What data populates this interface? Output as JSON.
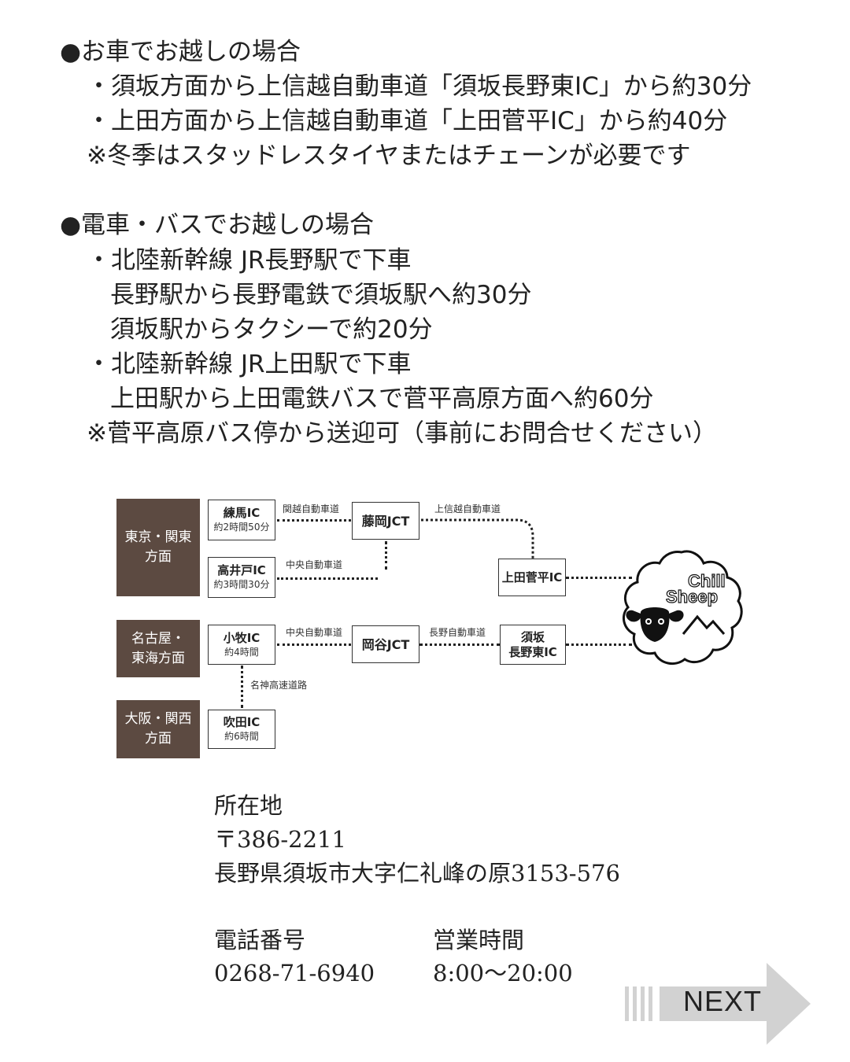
{
  "car": {
    "heading": "●お車でお越しの場合",
    "items": [
      "・須坂方面から上信越自動車道「須坂長野東IC」から約30分",
      "・上田方面から上信越自動車道「上田菅平IC」から約40分"
    ],
    "note": "※冬季はスタッドレスタイヤまたはチェーンが必要です"
  },
  "train": {
    "heading": "●電車・バスでお越しの場合",
    "lines": [
      "・北陸新幹線 JR長野駅で下車",
      "長野駅から長野電鉄で須坂駅へ約30分",
      "須坂駅からタクシーで約20分",
      "・北陸新幹線 JR上田駅で下車",
      "上田駅から上田電鉄バスで菅平高原方面へ約60分"
    ],
    "note": "※菅平高原バス停から送迎可（事前にお問合せください）"
  },
  "diagram": {
    "regions": {
      "tokyo": [
        "東京・関東",
        "方面"
      ],
      "nagoya": [
        "名古屋・",
        "東海方面"
      ],
      "osaka": [
        "大阪・関西",
        "方面"
      ]
    },
    "nodes": {
      "nerima": {
        "name": "練馬IC",
        "time": "約2時間50分"
      },
      "takaido": {
        "name": "高井戸IC",
        "time": "約3時間30分"
      },
      "fujioka": {
        "name": "藤岡JCT"
      },
      "uedasugadaira": {
        "name": "上田菅平IC"
      },
      "komaki": {
        "name": "小牧IC",
        "time": "約4時間"
      },
      "okaya": {
        "name": "岡谷JCT"
      },
      "suzaka": {
        "name1": "須坂",
        "name2": "長野東IC"
      },
      "suita": {
        "name": "吹田IC",
        "time": "約6時間"
      }
    },
    "roads": {
      "kanetsu": "関越自動車道",
      "joshinetsu": "上信越自動車道",
      "chuo1": "中央自動車道",
      "chuo2": "中央自動車道",
      "nagano": "長野自動車道",
      "meishin": "名神高速道路"
    },
    "logo": {
      "line1": "Chill",
      "line2": "Sheep"
    }
  },
  "address": {
    "label": "所在地",
    "postal": "〒386-2211",
    "line": "長野県須坂市大字仁礼峰の原3153-576"
  },
  "phone": {
    "label": "電話番号",
    "value": "0268-71-6940"
  },
  "hours": {
    "label": "営業時間",
    "value": "8:00〜20:00"
  },
  "next_label": "NEXT"
}
